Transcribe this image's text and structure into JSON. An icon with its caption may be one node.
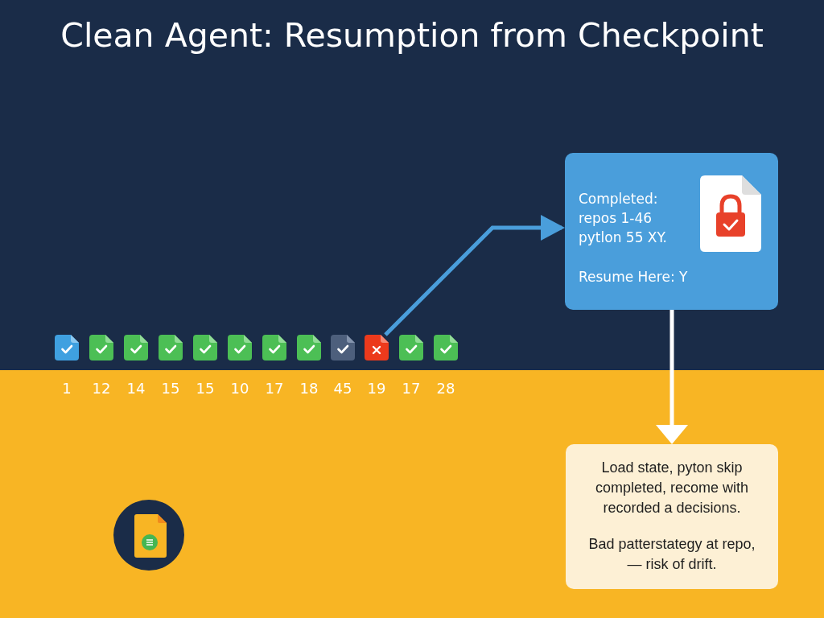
{
  "diagram": {
    "title": "Clean Agent: Resumption from Checkpoint",
    "nodes": [
      {
        "text": [
          "Completed: repos 1-46 pytlon 55 XY.",
          "Resume Here: Y"
        ]
      },
      {
        "text": [],
        "shape": "picture",
        "beside": [
          "1"
        ]
      },
      {
        "text": [],
        "shape": "picture",
        "beside": [
          "12"
        ]
      },
      {
        "text": [],
        "shape": "picture",
        "beside": [
          "14"
        ]
      },
      {
        "text": [],
        "shape": "picture",
        "beside": [
          "15"
        ]
      },
      {
        "text": [],
        "shape": "picture",
        "beside": [
          "15"
        ]
      },
      {
        "text": [],
        "shape": "picture",
        "beside": [
          "10"
        ]
      },
      {
        "text": [],
        "shape": "picture",
        "beside": [
          "17"
        ]
      },
      {
        "text": [],
        "shape": "picture",
        "beside": [
          "18"
        ]
      },
      {
        "text": [],
        "shape": "picture",
        "beside": [
          "45"
        ]
      },
      {
        "text": [],
        "shape": "picture",
        "beside": [
          "19"
        ]
      },
      {
        "text": [],
        "shape": "picture",
        "beside": [
          "17"
        ]
      },
      {
        "text": [],
        "shape": "picture",
        "beside": [
          "28"
        ]
      },
      {
        "text": [
          "Load state, pyton skip completed, recome with recorded a decisions.",
          "Bad patterstategy at repo, — risk of drift."
        ]
      }
    ],
    "edges": [
      {
        "from": 10,
        "to": 0,
        "arrow": "to",
        "color": "#4a9edb"
      },
      {
        "from": 0,
        "to": 13,
        "arrow": "to",
        "color": "#ffffff"
      }
    ]
  }
}
